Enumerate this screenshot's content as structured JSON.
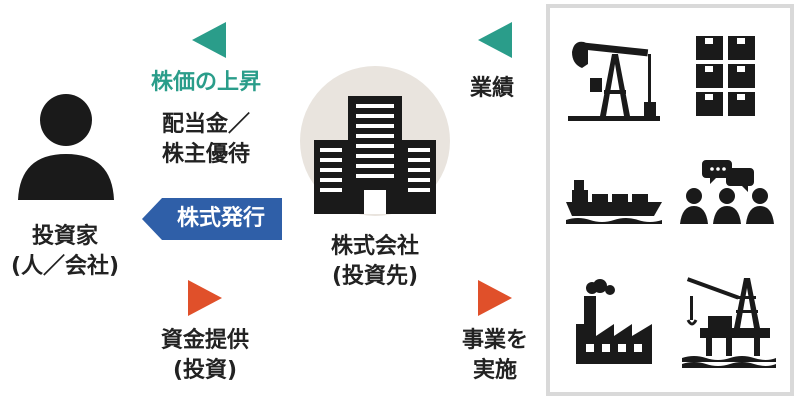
{
  "investor": {
    "line1": "投資家",
    "line2": "(人／会社)"
  },
  "company": {
    "line1": "株式会社",
    "line2": "(投資先)"
  },
  "flows": {
    "stock_rise": "株価の上昇",
    "dividend_line1": "配当金／",
    "dividend_line2": "株主優待",
    "issue_shares": "株式発行",
    "funding_line1": "資金提供",
    "funding_line2": "(投資)",
    "performance": "業績",
    "business_line1": "事業を",
    "business_line2": "実施"
  },
  "colors": {
    "teal": "#2a9d8a",
    "orange": "#e0502a",
    "blue": "#2f5fa8",
    "dark": "#1a1a1a",
    "circle": "#e9e4de"
  },
  "icons": [
    "pumpjack-icon",
    "boxes-icon",
    "ship-icon",
    "meeting-icon",
    "factory-icon",
    "oil-rig-icon"
  ]
}
